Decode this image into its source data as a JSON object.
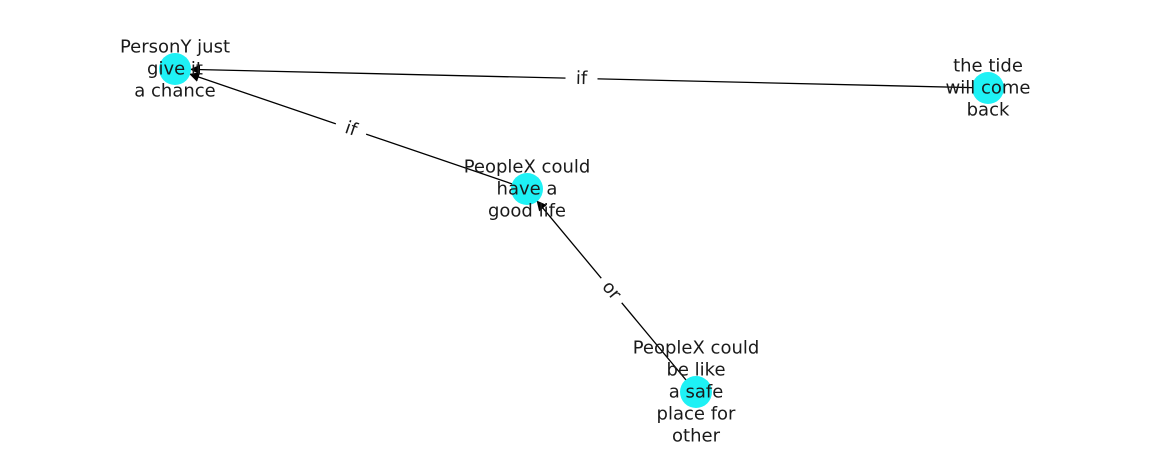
{
  "diagram": {
    "node_color": "#1ef1f5",
    "edge_color": "#000000",
    "nodes": [
      {
        "id": "n1",
        "label_lines": [
          "PersonY just",
          "give it",
          "a chance"
        ]
      },
      {
        "id": "n2",
        "label_lines": [
          "the tide",
          "will come",
          "back"
        ]
      },
      {
        "id": "n3",
        "label_lines": [
          "PeopleX could",
          "have a",
          "good life"
        ]
      },
      {
        "id": "n4",
        "label_lines": [
          "PeopleX could",
          "be like",
          "a safe",
          "place for",
          "other"
        ]
      }
    ],
    "edges": [
      {
        "id": "e1",
        "from": "n2",
        "to": "n1",
        "label": "if"
      },
      {
        "id": "e2",
        "from": "n3",
        "to": "n1",
        "label": "if"
      },
      {
        "id": "e3",
        "from": "n4",
        "to": "n3",
        "label": "or"
      }
    ]
  }
}
